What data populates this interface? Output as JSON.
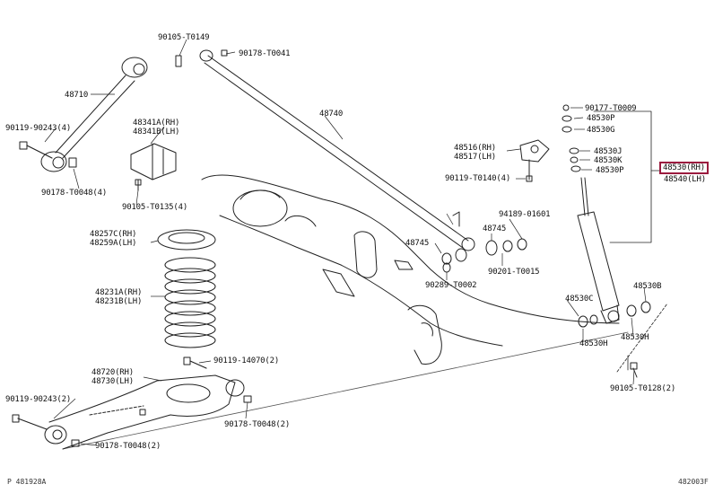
{
  "diagram": {
    "highlight_color": "#9b1b3f",
    "line_color": "#222222",
    "labels": {
      "p90105_t0149": "90105-T0149",
      "p90178_t0041": "90178-T0041",
      "p48710": "48710",
      "p90119_90243_top": "90119-90243(4)",
      "p90178_t0048_top": "90178-T0048(4)",
      "p48341a": "48341A(RH)",
      "p48341b": "48341B(LH)",
      "p90105_t0135": "90105-T0135(4)",
      "p48740": "48740",
      "p48516": "48516(RH)",
      "p48517": "48517(LH)",
      "p90119_t0140": "90119-T0140(4)",
      "p48257c": "48257C(RH)",
      "p48259a": "48259A(LH)",
      "p94189": "94189-01601",
      "p48745_a": "48745",
      "p48745_b": "48745",
      "p90201_t0015": "90201-T0015",
      "p90289_t0002": "90289-T0002",
      "p48231a": "48231A(RH)",
      "p48231b": "48231B(LH)",
      "p90119_14070": "90119-14070(2)",
      "p48720": "48720(RH)",
      "p48730": "48730(LH)",
      "p90119_90243_bot": "90119-90243(2)",
      "p90178_t0048_mid": "90178-T0048(2)",
      "p90178_t0048_bot": "90178-T0048(2)",
      "p90177_t0009": "90177-T0009",
      "p48530p_top": "48530P",
      "p48530g": "48530G",
      "p48530j": "48530J",
      "p48530k": "48530K",
      "p48530p_bot": "48530P",
      "p48530_rh": "48530(RH)",
      "p48540_lh": "48540(LH)",
      "p48530c": "48530C",
      "p48530h_l": "48530H",
      "p48530b": "48530B",
      "p48530h_r": "48530H",
      "p90105_t0128": "90105-T0128(2)"
    },
    "footer_left": "P 481928A",
    "footer_right": "482003F"
  }
}
